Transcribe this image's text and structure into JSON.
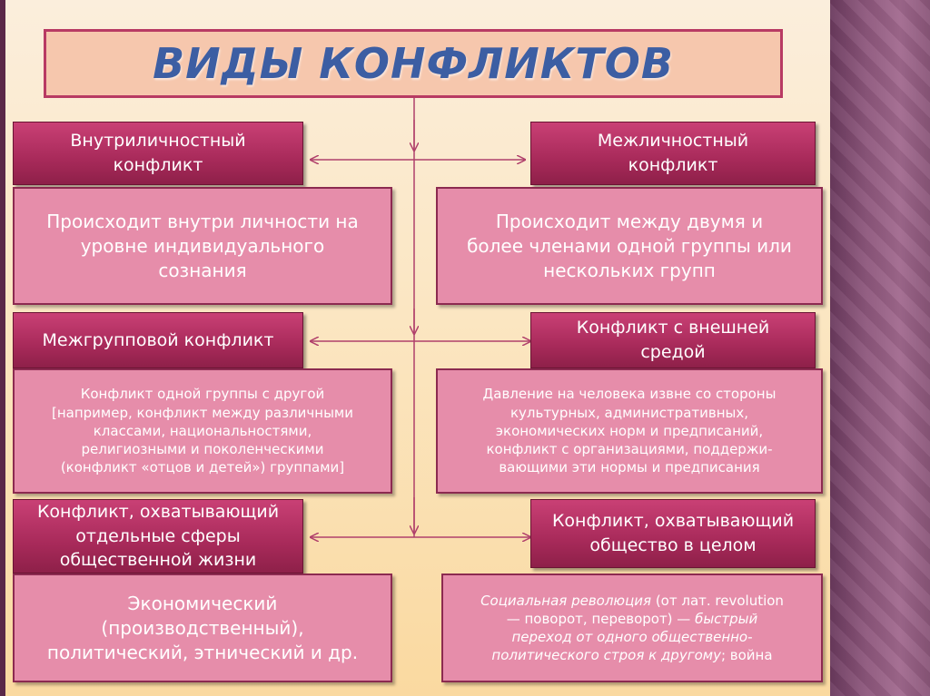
{
  "title": "ВИДЫ КОНФЛИКТОВ",
  "left": [
    {
      "header": [
        "Внутриличностный",
        "конфликт"
      ],
      "body": [
        "Происходит внутри личности на",
        "уровне индивидуального",
        "сознания"
      ]
    },
    {
      "header": [
        "Межгрупповой конфликт"
      ],
      "body": [
        "Конфликт одной группы с другой",
        "[например, конфликт между различными",
        "классами, национальностями,",
        "религиозными и поколенческими",
        "(конфликт «отцов и детей») группами]"
      ]
    },
    {
      "header": [
        "Конфликт, охватывающий",
        "отдельные сферы",
        "общественной жизни"
      ],
      "body": [
        "Экономический",
        "(производственный),",
        "политический, этнический и др."
      ]
    }
  ],
  "right": [
    {
      "header": [
        "Межличностный",
        "конфликт"
      ],
      "body": [
        "Происходит между двумя и",
        "более членами одной группы или",
        "нескольких групп"
      ]
    },
    {
      "header": [
        "Конфликт с внешней",
        "средой"
      ],
      "body": [
        "Давление на человека извне со стороны",
        "культурных, административных,",
        "экономических норм и предписаний,",
        "конфликт с организациями, поддержи-",
        "вающими эти нормы и предписания"
      ]
    },
    {
      "header": [
        "Конфликт, охватывающий",
        "общество в целом"
      ],
      "body": {
        "line1_italic": "Социальная революция",
        "line1_plain": " (от лат. revolution",
        "line2_plain": "— поворот, переворот) — ",
        "line2_italic": "быстрый",
        "line3_italic": "переход от одного общественно-",
        "line4_italic": "политического строя к другому",
        "line4_plain": "; война"
      }
    }
  ],
  "colors": {
    "header_bg": "#a82a5a",
    "body_bg": "#e68daa",
    "title_bg": "#f6c7ad",
    "title_text": "#3c5ea3",
    "connector": "#b0406b"
  }
}
